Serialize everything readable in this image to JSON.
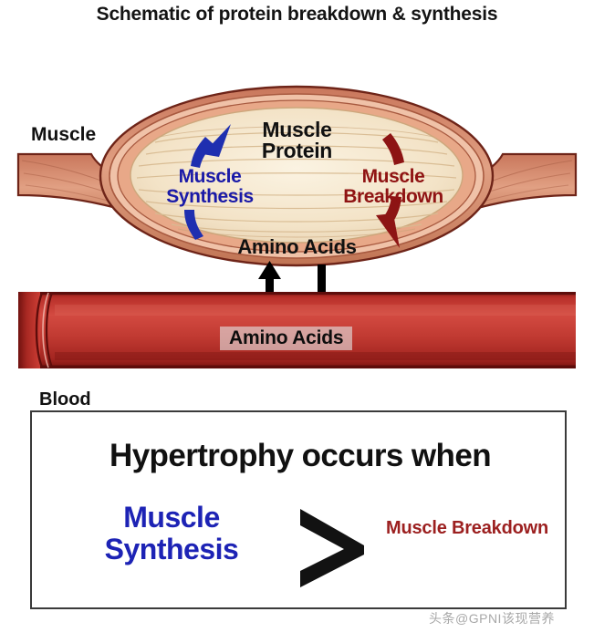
{
  "title": "Schematic of protein breakdown & synthesis",
  "schematic": {
    "muscle_label": "Muscle",
    "blood_label": "Blood",
    "muscle_protein_label": "Muscle\nProtein",
    "amino_acids_muscle_label": "Amino Acids",
    "amino_acids_blood_label": "Amino Acids",
    "synthesis_label": "Muscle\nSynthesis",
    "breakdown_label": "Muscle\nBreakdown",
    "arrows": [
      {
        "name": "synthesis-arrow",
        "direction": "up",
        "color": "#1f2fb0"
      },
      {
        "name": "breakdown-arrow",
        "direction": "down",
        "color": "#8d1414"
      },
      {
        "name": "uptake-arrow",
        "direction": "up",
        "color": "#000000"
      },
      {
        "name": "release-arrow",
        "direction": "down",
        "color": "#000000"
      }
    ]
  },
  "conclusion": {
    "heading": "Hypertrophy occurs when",
    "left_term": "Muscle\nSynthesis",
    "operator": ">",
    "right_term": "Muscle\nBreakdown"
  },
  "watermark": "头条@GPNI该现营养",
  "colors": {
    "synthesis_blue": "#1d23b5",
    "breakdown_red": "#9c2020",
    "muscle_fill": "#f5e6cc",
    "muscle_sheath": "#cf8468",
    "muscle_outline": "#6e2418",
    "blood_red": "#c4302b",
    "blood_dark": "#7e1512"
  }
}
